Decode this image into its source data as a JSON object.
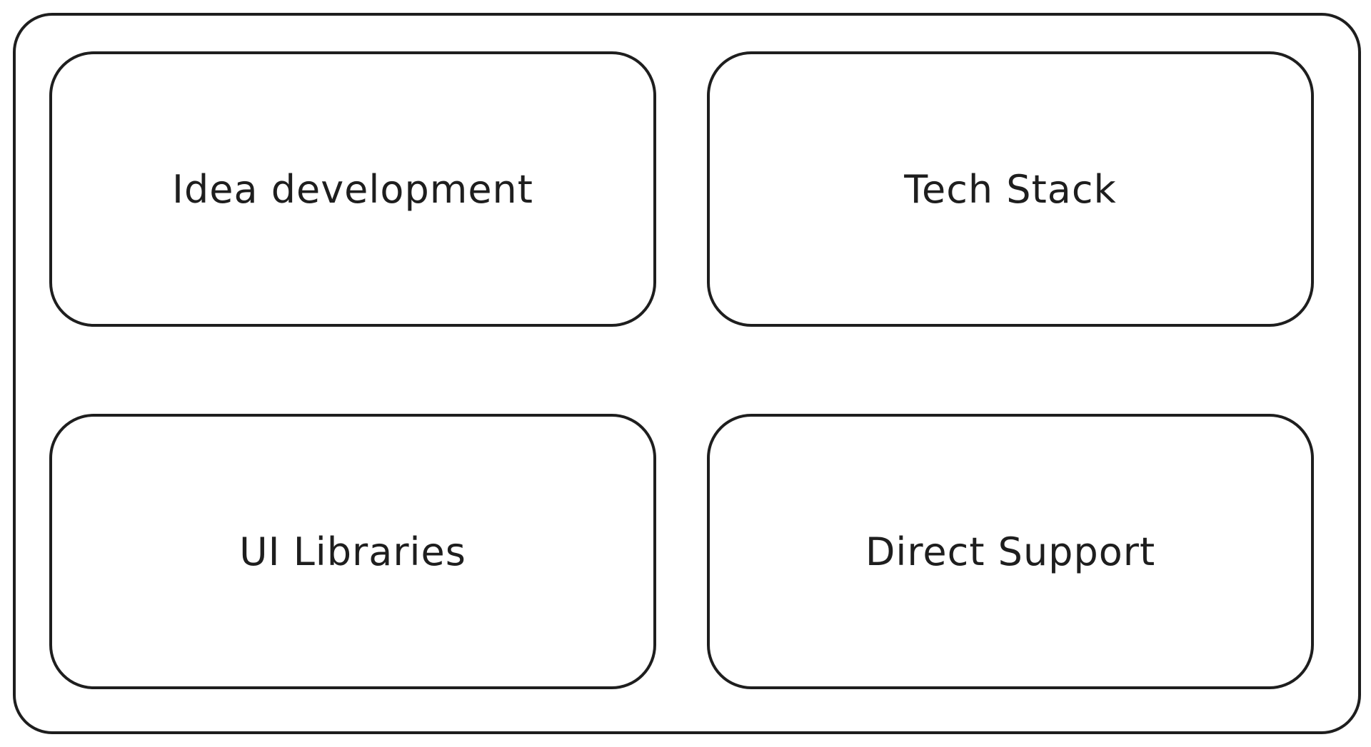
{
  "diagram": {
    "cards": [
      {
        "label": "Idea development"
      },
      {
        "label": "Tech Stack"
      },
      {
        "label": "UI Libraries"
      },
      {
        "label": "Direct Support"
      }
    ],
    "colors": {
      "stroke": "#1e1e1e",
      "background": "#ffffff",
      "text": "#1e1e1e"
    }
  }
}
